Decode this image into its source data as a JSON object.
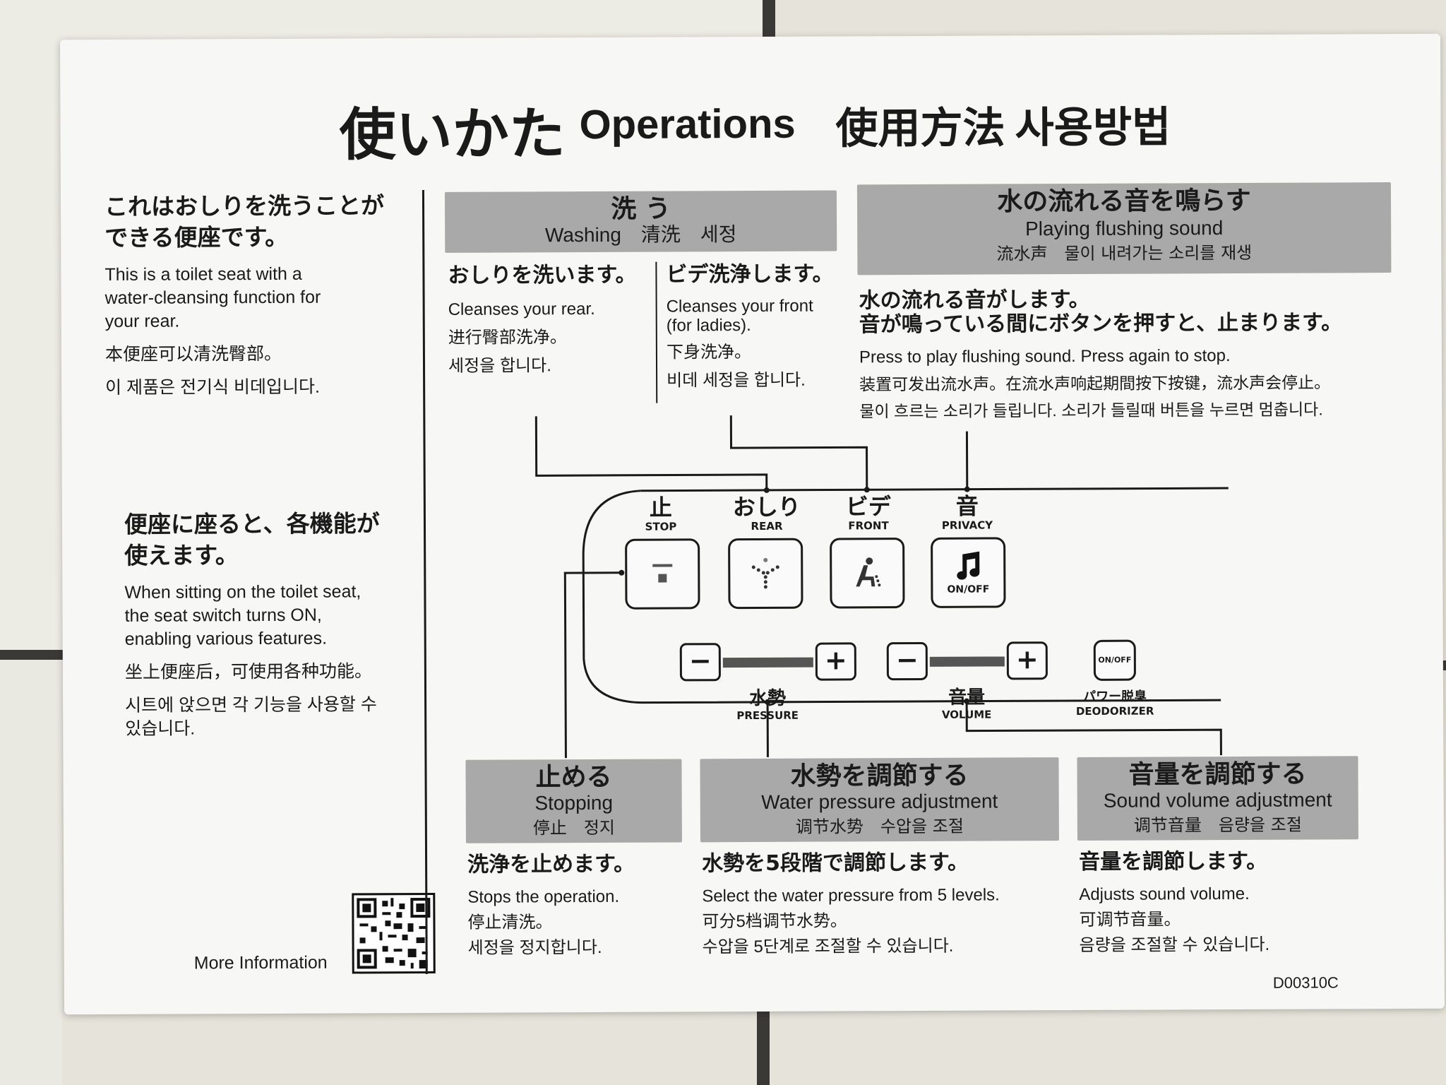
{
  "title": {
    "ja": "使いかた",
    "en": "Operations",
    "zh": "使用方法",
    "ko": "사용방법"
  },
  "intro": {
    "head1": [
      "これはおしりを洗うことが",
      "できる便座です。"
    ],
    "body1_en": [
      "This is a toilet seat with a",
      "water-cleansing function for",
      "your rear."
    ],
    "body1_zh": "本便座可以清洗臀部。",
    "body1_ko": "이 제품은 전기식 비데입니다.",
    "head2": [
      "便座に座ると、各機能が",
      "使えます。"
    ],
    "body2_en": [
      "When sitting on the toilet seat,",
      "the seat switch turns ON,",
      "enabling various features."
    ],
    "body2_zh": "坐上便座后，可使用各种功能。",
    "body2_ko": [
      "시트에 앉으면 각 기능을 사용할 수",
      "있습니다."
    ]
  },
  "more_info": "More Information",
  "washing": {
    "band_ja": "洗 う",
    "band_sub": "Washing　清洗　세정",
    "rear_head": "おしりを洗います。",
    "rear_en": "Cleanses your rear.",
    "rear_zh": "进行臀部洗净。",
    "rear_ko": "세정을 합니다.",
    "front_head": "ビデ洗浄します。",
    "front_en": [
      "Cleanses your front",
      "(for ladies)."
    ],
    "front_zh": "下身洗净。",
    "front_ko": "비데 세정을 합니다."
  },
  "flushing": {
    "band_ja": "水の流れる音を鳴らす",
    "band_en": "Playing flushing sound",
    "band_sub": "流水声　물이 내려가는 소리를 재생",
    "head": [
      "水の流れる音がします。",
      "音が鳴っている間にボタンを押すと、止まります。"
    ],
    "en": "Press to play flushing sound. Press again to stop.",
    "zh": "装置可发出流水声。在流水声响起期間按下按键，流水声会停止。",
    "ko": "물이 흐르는 소리가 들립니다. 소리가 들릴때 버튼을 누르면 멈춥니다."
  },
  "panel": {
    "stop": {
      "ja": "止",
      "en": "STOP"
    },
    "rear": {
      "ja": "おしり",
      "en": "REAR"
    },
    "front": {
      "ja": "ビデ",
      "en": "FRONT"
    },
    "privacy": {
      "ja": "音",
      "en": "PRIVACY",
      "onoff": "ON/OFF"
    },
    "minus": "−",
    "plus": "+",
    "pressure": {
      "ja": "水勢",
      "en": "PRESSURE"
    },
    "volume": {
      "ja": "音量",
      "en": "VOLUME"
    },
    "deodorizer": {
      "onoff": "ON/OFF",
      "ja": "パワー脱臭",
      "en": "DEODORIZER"
    }
  },
  "stopping": {
    "band_ja": "止める",
    "band_en": "Stopping",
    "band_sub": "停止　정지",
    "head": "洗浄を止めます。",
    "en": "Stops the operation.",
    "zh": "停止清洗。",
    "ko": "세정을 정지합니다."
  },
  "pressure_adj": {
    "band_ja": "水勢を調節する",
    "band_en": "Water pressure adjustment",
    "band_sub": "调节水势　수압을 조절",
    "head": "水勢を5段階で調節します。",
    "en": "Select the water pressure from 5 levels.",
    "zh": "可分5档调节水势。",
    "ko": "수압을 5단계로 조절할 수 있습니다."
  },
  "volume_adj": {
    "band_ja": "音量を調節する",
    "band_en": "Sound volume adjustment",
    "band_sub": "调节音量　음량을 조절",
    "head": "音量を調節します。",
    "en": "Adjusts sound volume.",
    "zh": "可调节音量。",
    "ko": "음량을 조절할 수 있습니다."
  },
  "code": "D00310C"
}
